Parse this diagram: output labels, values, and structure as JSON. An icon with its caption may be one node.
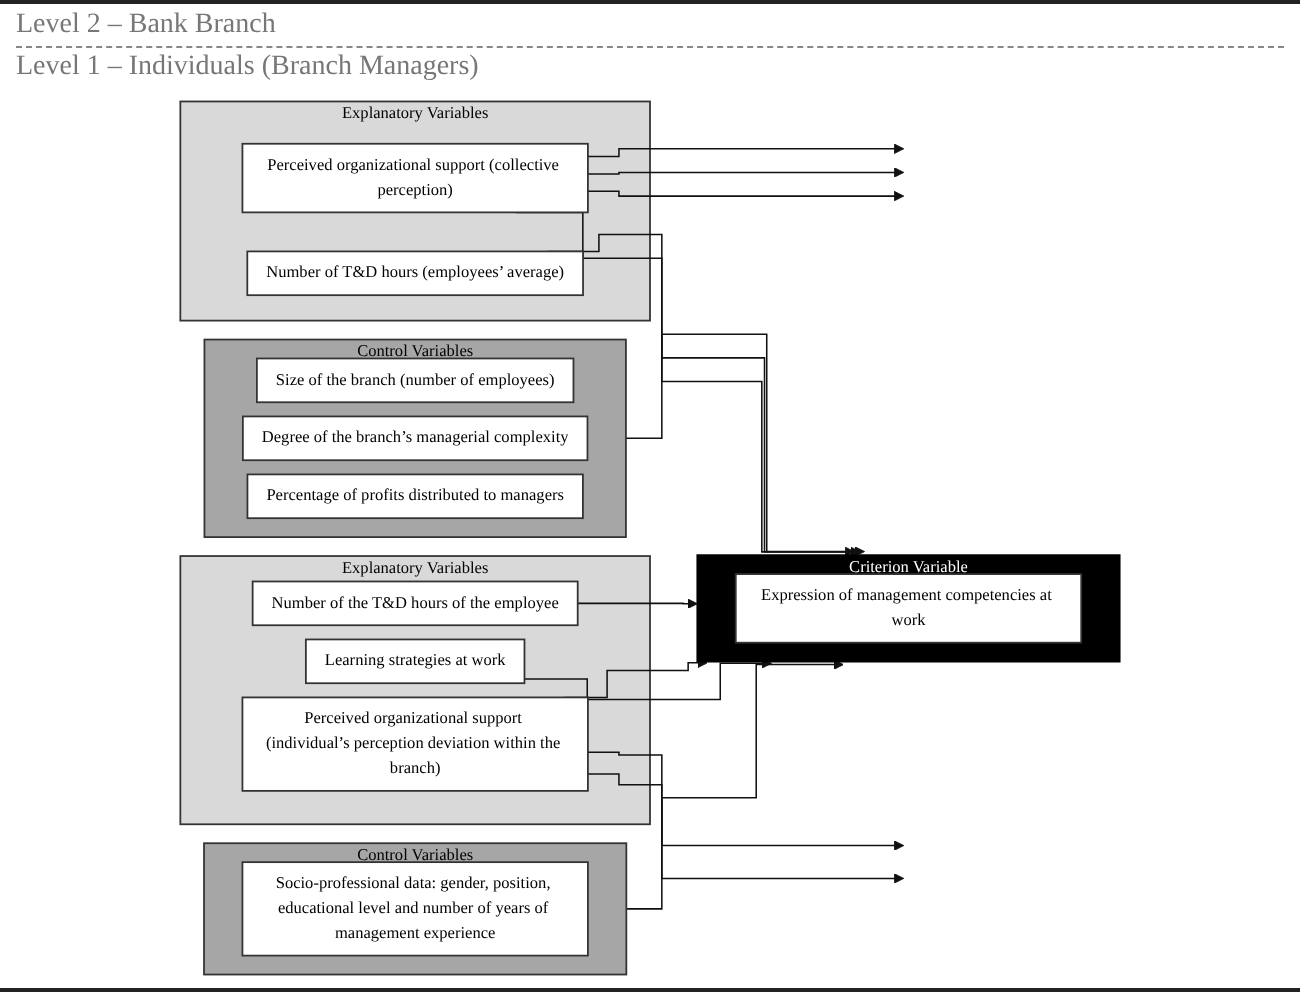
{
  "diagram": {
    "nodes": [
      {
        "text": [
          "Control Variables"
        ]
      },
      {
        "text": [
          "Size of the branch (number of employees)"
        ],
        "in": 0
      },
      {
        "text": [
          "Degree of the branch’s managerial complexity"
        ],
        "in": 0
      },
      {
        "text": [
          "Percentage of profits distributed to managers"
        ],
        "in": 0
      },
      {
        "text": [
          "Explanatory Variables"
        ]
      },
      {
        "text": [
          "Number of T&D hours (employees’ average)"
        ],
        "in": 4
      },
      {
        "text": [
          "Perceived organizational support (collective perception)"
        ],
        "in": 4
      },
      {
        "text": [
          "Explanatory Variables"
        ]
      },
      {
        "text": [
          "Number of the T&D hours of the employee"
        ],
        "in": 7
      },
      {
        "text": [
          "Perceived organizational support (individual’s perception deviation within the branch)"
        ],
        "in": 7
      },
      {
        "text": [
          "Learning strategies at work"
        ],
        "in": 7
      },
      {
        "text": [
          "Control Variables"
        ]
      },
      {
        "text": [
          "Socio-professional data: gender, position, educational level and number of years of management experience"
        ],
        "in": 11
      },
      {
        "text": [
          "Criterion Variable"
        ]
      },
      {
        "text": [
          "Expression of management competencies at work"
        ],
        "in": 13
      }
    ],
    "edges": [
      {
        "from": 0,
        "to": 13,
        "arrow": "to"
      },
      {
        "from": 5,
        "to": 13,
        "arrow": "to"
      },
      {
        "from": 6,
        "to": null,
        "arrow": "to"
      },
      {
        "from": 6,
        "to": 13,
        "arrow": "to"
      },
      {
        "from": 6,
        "to": null,
        "arrow": "to"
      },
      {
        "from": 6,
        "to": null,
        "arrow": "to"
      },
      {
        "from": 8,
        "to": 13,
        "arrow": "to"
      },
      {
        "from": 9,
        "to": null,
        "arrow": "to"
      },
      {
        "from": 9,
        "to": 13,
        "arrow": "to"
      },
      {
        "from": 9,
        "to": null,
        "arrow": "to"
      },
      {
        "from": 10,
        "to": 13,
        "arrow": "to"
      },
      {
        "from": 11,
        "to": 13,
        "arrow": "to"
      }
    ],
    "labels": [
      "Level 2 – Bank Branch",
      "Level 1 – Individuals (Branch Managers)"
    ]
  }
}
